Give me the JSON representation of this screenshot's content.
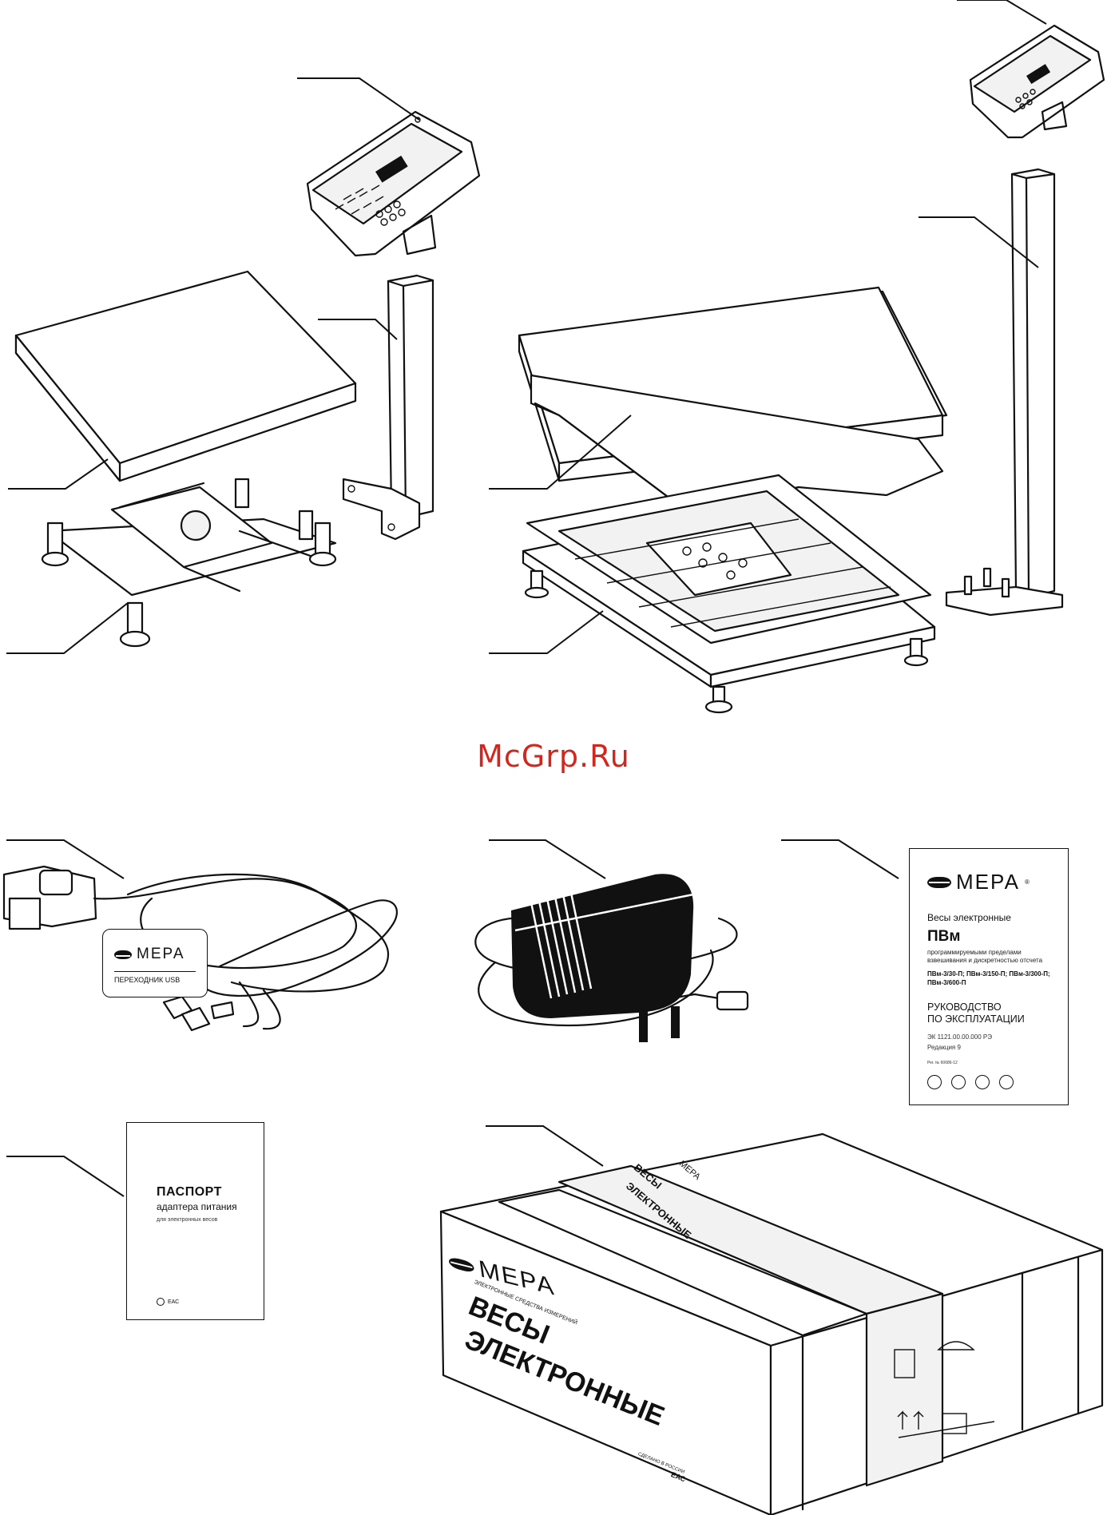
{
  "watermark": "McGrp.Ru",
  "brand": {
    "name": "МЕРА",
    "registered": "®"
  },
  "usb_adapter": {
    "brand": "МЕРА",
    "label": "ПЕРЕХОДНИК USB"
  },
  "manual": {
    "brand": "МЕРА",
    "subtitle": "Весы электронные",
    "model": "ПВм",
    "description": "программируемыми пределами взвешивания и дискретностью отсчета",
    "models": "ПВм-3/30-П; ПВм-3/150-П; ПВм-3/300-П; ПВм-3/600-П",
    "title_line1": "РУКОВОДСТВО",
    "title_line2": "ПО ЭКСПЛУАТАЦИИ",
    "code": "ЭК 1121.00.00.000 РЭ",
    "edition": "Редакция 9",
    "registration": "Рег. № 60686-12"
  },
  "passport": {
    "title": "ПАСПОРТ",
    "subtitle": "адаптера питания",
    "small": "для электронных весов",
    "mark": "ЕАС"
  },
  "box": {
    "brand": "МЕРА",
    "tagline": "ЭЛЕКТРОННЫЕ СРЕДСТВА ИЗМЕРЕНИЙ",
    "front_line1": "ВЕСЫ",
    "front_line2": "ЭЛЕКТРОННЫЕ",
    "top_line1": "ВЕСЫ",
    "top_line2": "ЭЛЕКТРОННЫЕ",
    "made_in": "СДЕЛАНО В РОССИИ",
    "mark": "ЕАС"
  }
}
